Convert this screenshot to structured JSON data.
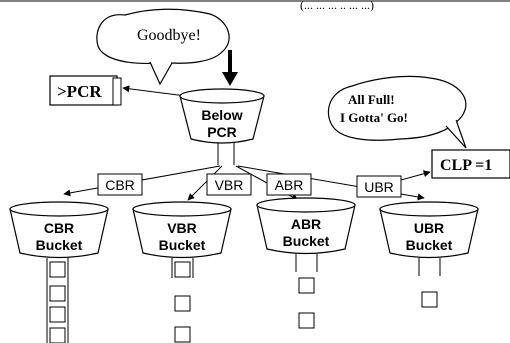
{
  "top_caption": "(... ... ... .. ... ...)",
  "speech_bubbles": {
    "goodbye": "Goodbye!",
    "all_full_line1": "All Full!",
    "all_full_line2": "I Gotta' Go!"
  },
  "boxes": {
    "pcr_exceed": ">PCR",
    "clp": "CLP =1"
  },
  "below_pcr_bucket": {
    "line1": "Below",
    "line2": "PCR"
  },
  "service_labels": [
    "CBR",
    "VBR",
    "ABR",
    "UBR"
  ],
  "buckets": [
    {
      "line1": "CBR",
      "line2": "Bucket"
    },
    {
      "line1": "VBR",
      "line2": "Bucket"
    },
    {
      "line1": "ABR",
      "line2": "Bucket"
    },
    {
      "line1": "UBR",
      "line2": "Bucket"
    }
  ]
}
